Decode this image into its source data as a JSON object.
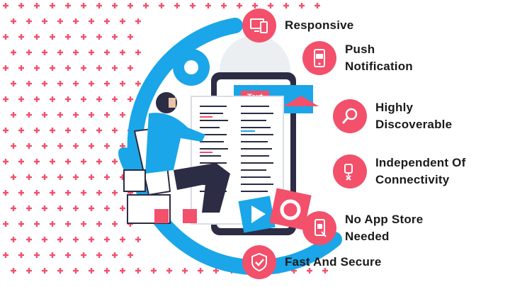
{
  "colors": {
    "accent": "#f2506b",
    "arc": "#1aa6e8",
    "text": "#1a1a1a"
  },
  "features": [
    {
      "icon": "responsive-devices-icon",
      "lines": [
        "Responsive"
      ]
    },
    {
      "icon": "push-notification-icon",
      "lines": [
        "Push",
        "Notification"
      ]
    },
    {
      "icon": "magnifier-icon",
      "lines": [
        "Highly",
        "Discoverable"
      ]
    },
    {
      "icon": "unlocked-chain-icon",
      "lines": [
        "Independent Of",
        "Connectivity"
      ]
    },
    {
      "icon": "mobile-app-icon",
      "lines": [
        "No App Store",
        "Needed"
      ]
    },
    {
      "icon": "shield-check-icon",
      "lines": [
        "Fast And Secure"
      ]
    }
  ],
  "illustration": {
    "tablet_label": "Text"
  }
}
